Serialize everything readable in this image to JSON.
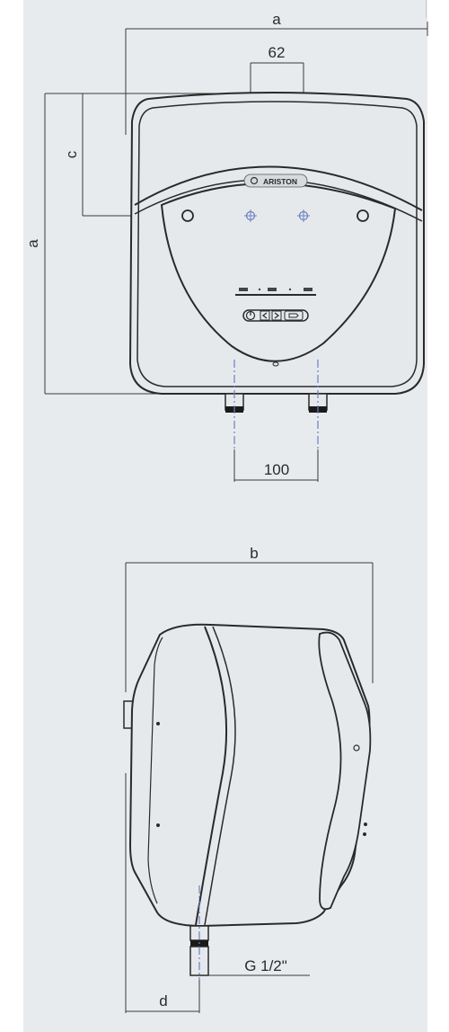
{
  "front_view": {
    "dim_width_label": "a",
    "dim_height_label": "a",
    "dim_c_label": "c",
    "dim_top_spacing": "62",
    "dim_bottom_spacing": "100",
    "brand_text": "ARISTON"
  },
  "side_view": {
    "dim_depth_label": "b",
    "dim_d_label": "d",
    "thread_label": "G 1/2\""
  },
  "colors": {
    "background": "#e8ebee",
    "line": "#2a2a2a",
    "dim_line": "#3a3a3a",
    "centerline": "#6a7fc2",
    "connector": "#1a1a1a"
  }
}
